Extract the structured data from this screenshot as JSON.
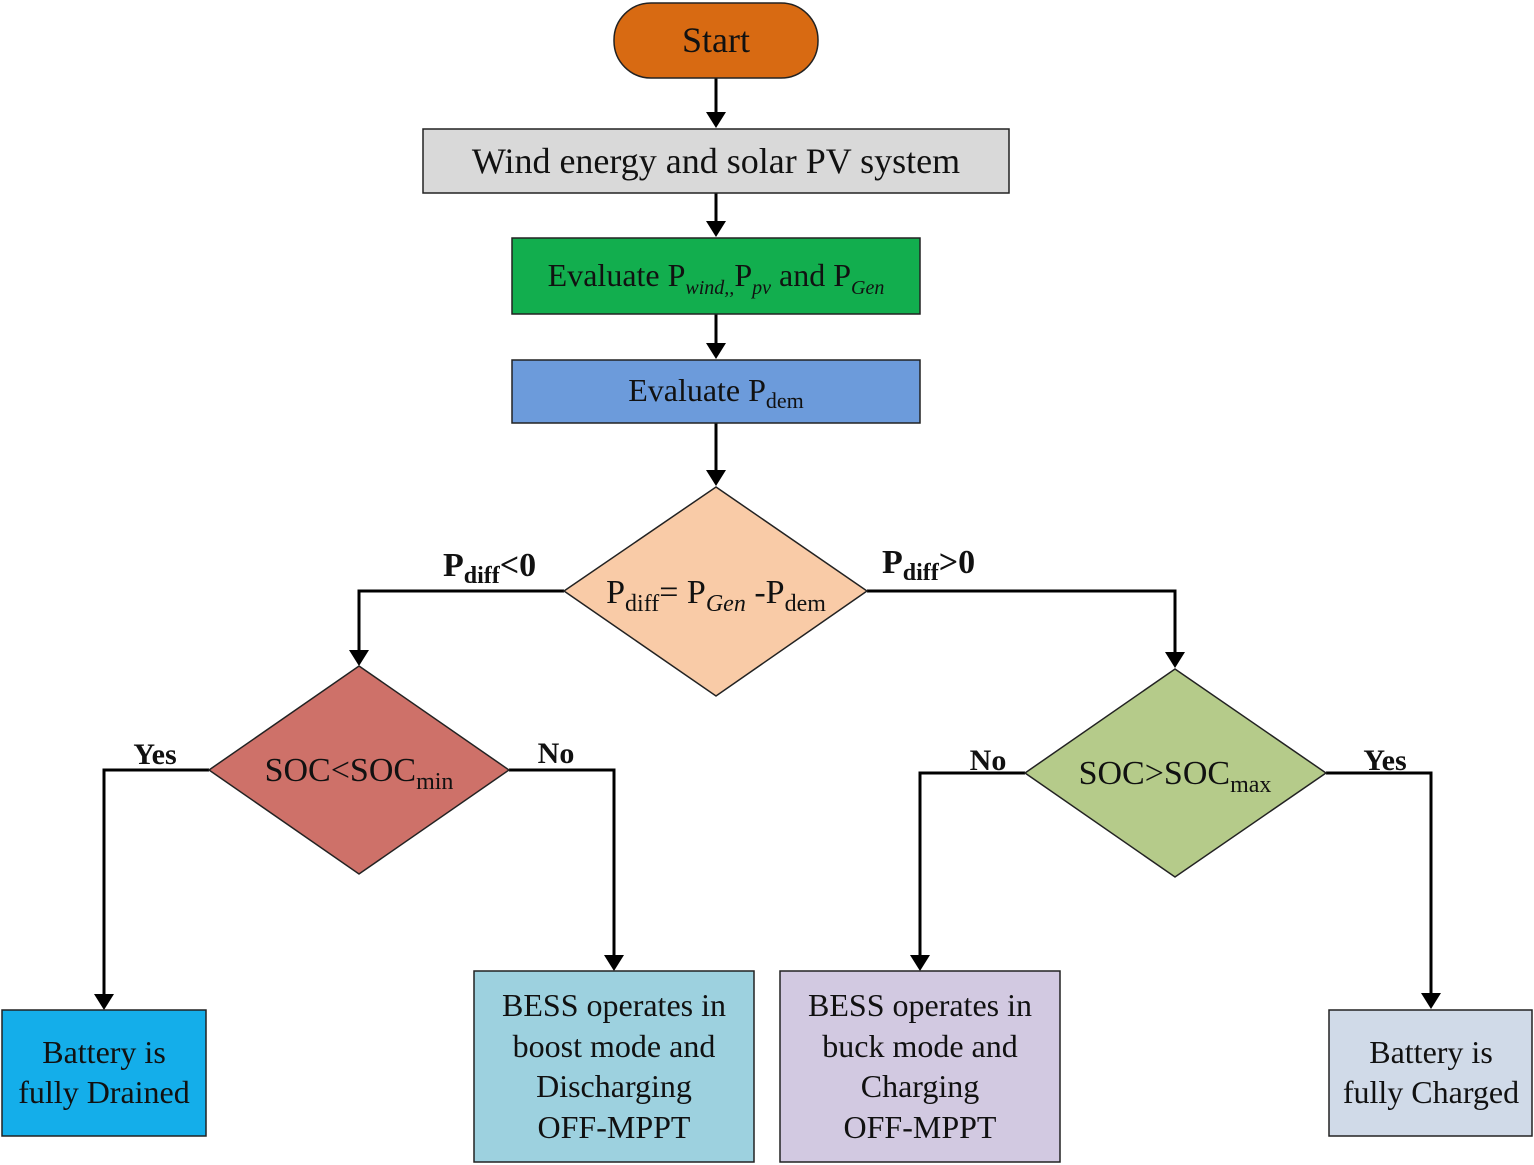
{
  "colors": {
    "start": "#D86A12",
    "system": "#D9D9D9",
    "evaluate_gen": "#12AE4E",
    "evaluate_dem": "#6C9BDB",
    "pdiff": "#F9CBA7",
    "soc_min": "#CE7169",
    "soc_max": "#B5CB8A",
    "drained": "#14AEEA",
    "boost": "#9DD1DF",
    "buck": "#D2C9E1",
    "charged": "#D0DAE8"
  },
  "nodes": {
    "start": "Start",
    "system": "Wind energy and solar PV system",
    "evaluate_gen": {
      "prefix": "Evaluate P",
      "sub_wind": "wind,,",
      "mid1": "P",
      "sub_pv": "pv",
      "mid2": " and P",
      "sub_gen": "Gen"
    },
    "evaluate_dem": {
      "prefix": "Evaluate P",
      "sub_dem": "dem"
    },
    "pdiff": {
      "p1": "P",
      "sub_diff": "diff",
      "eq": "= P",
      "sub_gen": "Gen",
      "minus": " -P",
      "sub_dem": "dem"
    },
    "soc_min": {
      "main": "SOC<SOC",
      "sub": "min"
    },
    "soc_max": {
      "main": "SOC>SOC",
      "sub": "max"
    },
    "drained": [
      "Battery is",
      "fully Drained"
    ],
    "boost": [
      "BESS operates in",
      "boost mode and",
      "Discharging",
      "OFF-MPPT"
    ],
    "buck": [
      "BESS operates in",
      "buck mode and",
      "Charging",
      "OFF-MPPT"
    ],
    "charged": [
      "Battery is",
      "fully Charged"
    ]
  },
  "edge_labels": {
    "left_branch": {
      "p": "P",
      "sub": "diff",
      "rest": "<0"
    },
    "right_branch": {
      "p": "P",
      "sub": "diff",
      "rest": ">0"
    },
    "soc_min_yes": "Yes",
    "soc_min_no": "No",
    "soc_max_no": "No",
    "soc_max_yes": "Yes"
  }
}
